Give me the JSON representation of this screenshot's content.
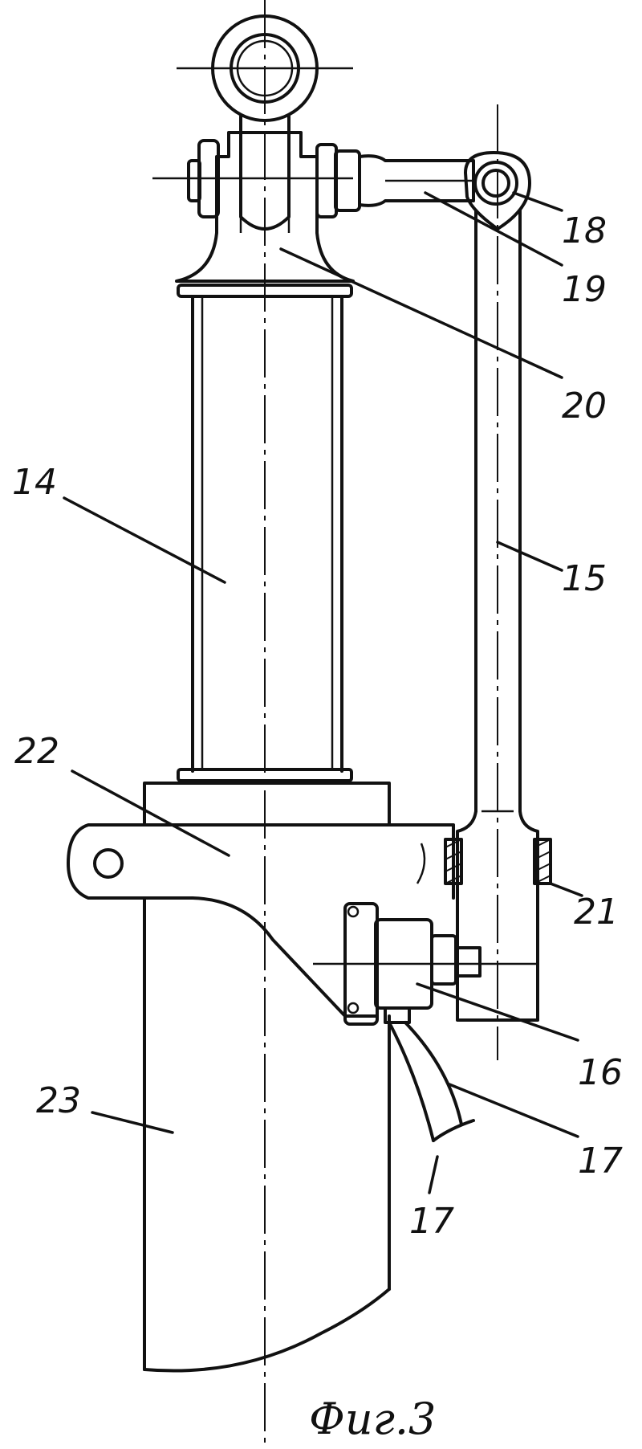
{
  "figure": {
    "caption": "Фиг.3",
    "labels": [
      {
        "id": "label-14",
        "text": "14"
      },
      {
        "id": "label-15",
        "text": "15"
      },
      {
        "id": "label-16",
        "text": "16"
      },
      {
        "id": "label-17a",
        "text": "17"
      },
      {
        "id": "label-17b",
        "text": "17"
      },
      {
        "id": "label-18",
        "text": "18"
      },
      {
        "id": "label-19",
        "text": "19"
      },
      {
        "id": "label-20",
        "text": "20"
      },
      {
        "id": "label-21",
        "text": "21"
      },
      {
        "id": "label-22",
        "text": "22"
      },
      {
        "id": "label-23",
        "text": "23"
      }
    ]
  }
}
